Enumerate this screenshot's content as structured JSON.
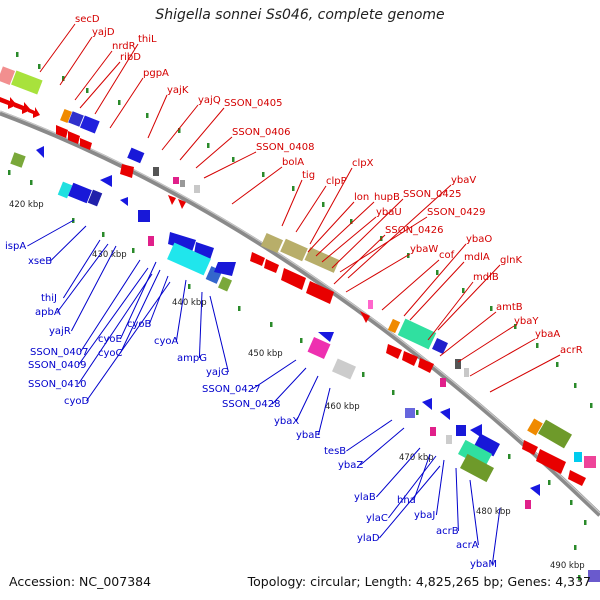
{
  "title": "Shigella sonnei Ss046, complete genome",
  "footer": {
    "accession": "Accession: NC_007384",
    "stats": "Topology: circular; Length: 4,825,265 bp; Genes: 4,337"
  },
  "colors": {
    "forward_label": "#d40000",
    "reverse_label": "#0000cc",
    "backbone": "#808080",
    "tick": "#2a8a2a"
  },
  "kbp_marks": [
    "420 kbp",
    "430 kbp",
    "440 kbp",
    "450 kbp",
    "460 kbp",
    "470 kbp",
    "480 kbp",
    "490 kbp"
  ],
  "forward_genes": [
    "secD",
    "yajD",
    "nrdR",
    "ribD",
    "thiL",
    "pgpA",
    "yajK",
    "yajQ",
    "SSON_0405",
    "SSON_0406",
    "SSON_0408",
    "bolA",
    "tig",
    "clpP",
    "clpX",
    "lon",
    "hupB",
    "ybaU",
    "SSON_0425",
    "SSON_0429",
    "ybaV",
    "SSON_0426",
    "ybaW",
    "ybaO",
    "cof",
    "mdlA",
    "glnK",
    "mdlB",
    "amtB",
    "ybaY",
    "ybaA",
    "acrR"
  ],
  "reverse_genes": [
    "ispA",
    "xseB",
    "thiJ",
    "apbA",
    "yajR",
    "SSON_0407",
    "cyoE",
    "SSON_0409",
    "cyoC",
    "SSON_0410",
    "cyoB",
    "cyoD",
    "cyoA",
    "ampG",
    "yajG",
    "SSON_0427",
    "SSON_0428",
    "ybaX",
    "ybaE",
    "tesB",
    "ybaZ",
    "ylaB",
    "hha",
    "ylaC",
    "ybaJ",
    "ylaD",
    "acrB",
    "acrA",
    "ybaM"
  ]
}
